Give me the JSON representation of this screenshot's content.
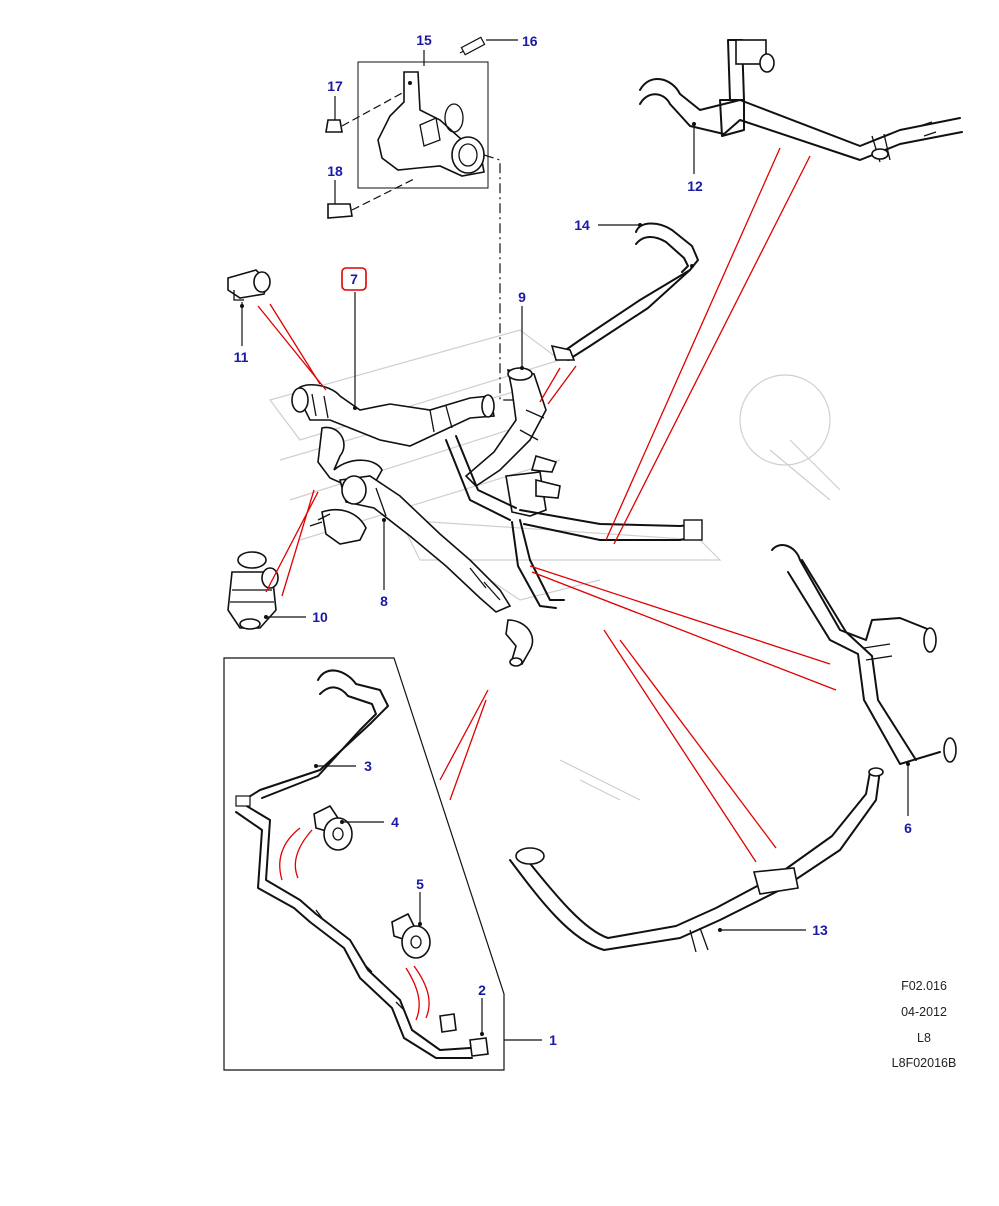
{
  "diagram": {
    "callouts": [
      {
        "id": "1",
        "label": "1"
      },
      {
        "id": "2",
        "label": "2"
      },
      {
        "id": "3",
        "label": "3"
      },
      {
        "id": "4",
        "label": "4"
      },
      {
        "id": "5",
        "label": "5"
      },
      {
        "id": "6",
        "label": "6"
      },
      {
        "id": "7",
        "label": "7",
        "highlighted": true
      },
      {
        "id": "8",
        "label": "8"
      },
      {
        "id": "9",
        "label": "9"
      },
      {
        "id": "10",
        "label": "10"
      },
      {
        "id": "11",
        "label": "11"
      },
      {
        "id": "12",
        "label": "12"
      },
      {
        "id": "13",
        "label": "13"
      },
      {
        "id": "14",
        "label": "14"
      },
      {
        "id": "15",
        "label": "15"
      },
      {
        "id": "16",
        "label": "16"
      },
      {
        "id": "17",
        "label": "17"
      },
      {
        "id": "18",
        "label": "18"
      }
    ],
    "reference": {
      "figure": "F02.016",
      "date": "04-2012",
      "model": "L8",
      "drawing": "L8F02016B"
    },
    "colors": {
      "callout_text": "#1a1aa6",
      "highlight_box": "#e00000",
      "connector_lines": "#e00000",
      "line_art": "#111111"
    }
  }
}
